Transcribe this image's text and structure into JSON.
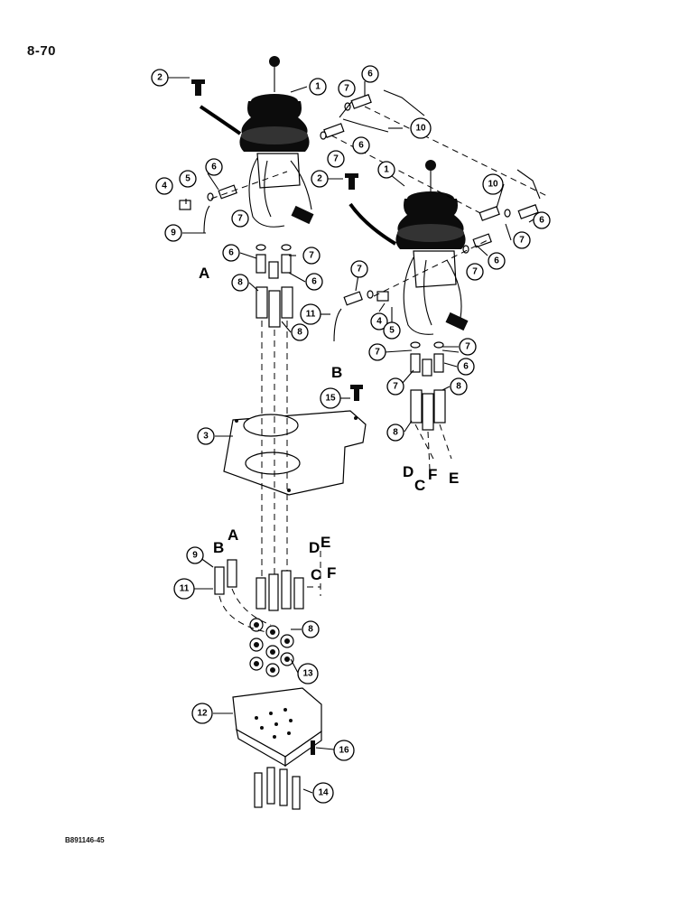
{
  "page": {
    "number": "8-70",
    "reference_code": "B891146-45"
  },
  "callouts": {
    "c1a": "1",
    "c1b": "1",
    "c2a": "2",
    "c2b": "2",
    "c3": "3",
    "c4a": "4",
    "c4b": "4",
    "c5a": "5",
    "c5b": "5",
    "c6a": "6",
    "c6b": "6",
    "c6c": "6",
    "c6d": "6",
    "c6e": "6",
    "c6f": "6",
    "c6g": "6",
    "c6h": "6",
    "c7a": "7",
    "c7b": "7",
    "c7c": "7",
    "c7d": "7",
    "c7e": "7",
    "c7f": "7",
    "c7g": "7",
    "c7h": "7",
    "c7i": "7",
    "c8a": "8",
    "c8b": "8",
    "c8c": "8",
    "c8d": "8",
    "c8e": "8",
    "c9a": "9",
    "c9b": "9",
    "c10a": "10",
    "c10b": "10",
    "c11a": "11",
    "c11b": "11",
    "c12": "12",
    "c13": "13",
    "c14": "14",
    "c15": "15",
    "c16": "16"
  },
  "letters": {
    "A1": "A",
    "B1": "B",
    "D1": "D",
    "C1": "C",
    "F1": "F",
    "E1": "E",
    "A2": "A",
    "B2": "B",
    "D2": "D",
    "E2": "E",
    "C2": "C",
    "F2": "F"
  }
}
